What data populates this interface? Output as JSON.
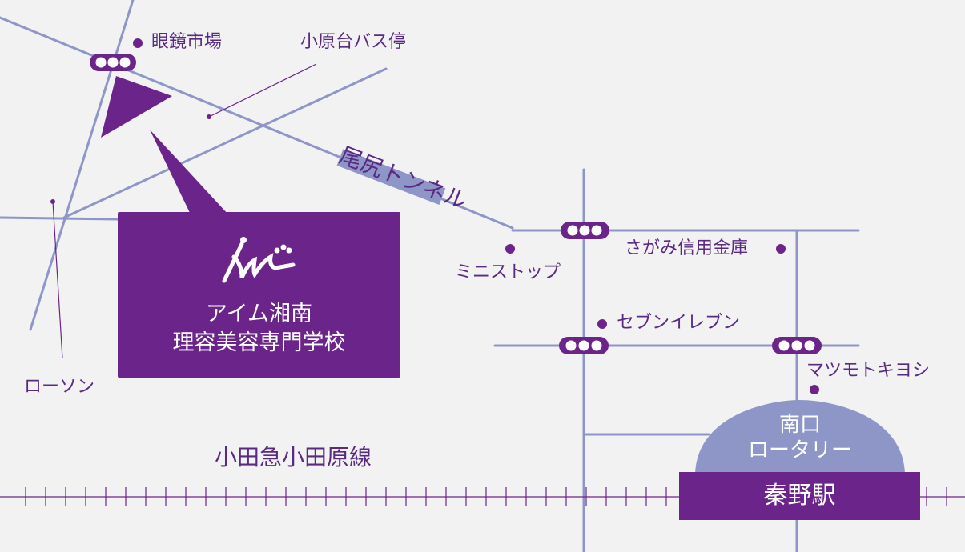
{
  "map": {
    "colors": {
      "background": "#f2f2f2",
      "road": "#8e96c8",
      "accent": "#6b258a",
      "label": "#5a2a82",
      "rotary": "#8e96c8"
    },
    "labels": {
      "megane_ichiba": "眼鏡市場",
      "obaradai_bus_stop": "小原台バス停",
      "ojiri_tunnel": "尾尻トンネル",
      "ministop": "ミニストップ",
      "sagami_shinyo_kinko": "さがみ信用金庫",
      "seven_eleven": "セブンイレブン",
      "matsumoto_kiyoshi": "マツモトキヨシ",
      "lawson": "ローソン",
      "odakyu_line": "小田急小田原線"
    },
    "school": {
      "name_line1": "アイム湘南",
      "name_line2": "理容美容専門学校",
      "logo_icon": "aim-logo-icon"
    },
    "rotary": {
      "line1": "南口",
      "line2": "ロータリー"
    },
    "station": {
      "name": "秦野駅"
    }
  }
}
